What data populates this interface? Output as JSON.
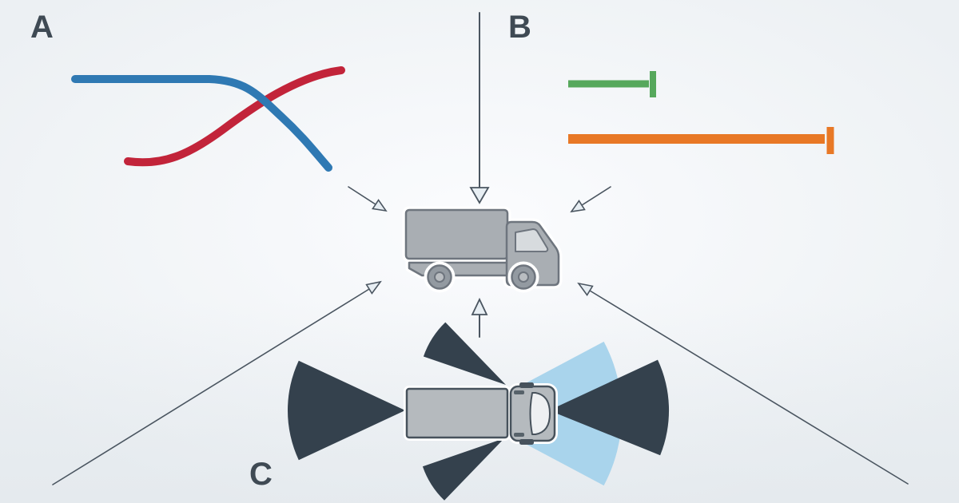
{
  "labels": {
    "panel_a": "A",
    "panel_b": "B",
    "panel_c": "C"
  },
  "background": {
    "center_glow": "#fbfcfe",
    "base": "#ecf0f3",
    "bottom_shade": "#dfe5ea"
  },
  "colors": {
    "label_text": "#3f4a54",
    "curve_blue": "#2f79b3",
    "curve_red": "#c2243a",
    "bar_green": "#56a85c",
    "bar_orange": "#e87826",
    "arrow_line": "#4a5560",
    "arrow_head_fill": "#e7eef3",
    "cone_dark": "#34414d",
    "cone_blue": "#a9d4ec",
    "truck_body": "#a9aeb3",
    "truck_outline": "#6e757e",
    "truck_window": "#d7dbde",
    "top_truck_body": "#b5babe",
    "top_truck_outline": "#47525c",
    "top_truck_windshield": "#eef0f2",
    "halo": "#ffffff"
  },
  "elements": {
    "panel_a_curves": [
      "declining-blue-curve",
      "rising-red-curve"
    ],
    "panel_b_bars": [
      "short-green-range-bar",
      "long-orange-range-bar"
    ],
    "panel_c_cones": [
      "rear-wide-cone",
      "upper-left-wedge-cone",
      "lower-left-wedge-cone",
      "front-narrow-dark-cone",
      "front-wide-blue-cone"
    ],
    "center_icon": "cargo-truck-side-icon",
    "bottom_icon": "truck-top-view-icon",
    "arrows": [
      "arrow-down-top",
      "arrow-upper-left",
      "arrow-upper-right",
      "arrow-lower-left",
      "arrow-lower-right",
      "arrow-up-bottom"
    ]
  }
}
